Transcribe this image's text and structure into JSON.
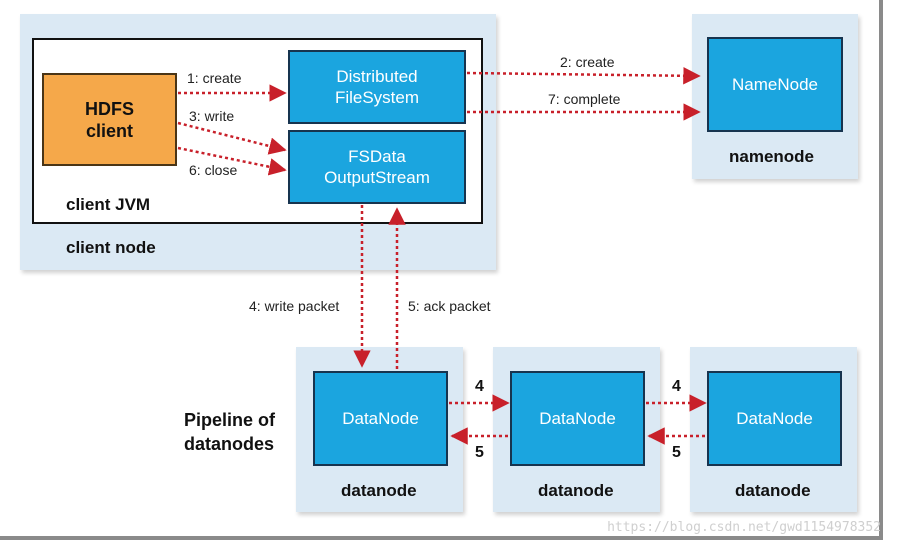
{
  "client_node": {
    "label": "client node",
    "jvm_label": "client JVM",
    "hdfs_client": [
      "HDFS",
      "client"
    ],
    "dfs": [
      "Distributed",
      "FileSystem"
    ],
    "fsdos": [
      "FSData",
      "OutputStream"
    ]
  },
  "namenode": {
    "box": "NameNode",
    "label": "namenode"
  },
  "datanodes": [
    {
      "box": "DataNode",
      "label": "datanode"
    },
    {
      "box": "DataNode",
      "label": "datanode"
    },
    {
      "box": "DataNode",
      "label": "datanode"
    }
  ],
  "pipeline_label": [
    "Pipeline of",
    "datanodes"
  ],
  "arrows": {
    "create1": "1: create",
    "create2": "2: create",
    "write3": "3: write",
    "packet4": "4: write packet",
    "ack5": "5: ack packet",
    "close6": "6: close",
    "complete7": "7: complete",
    "pipe4a": "4",
    "pipe4b": "4",
    "pipe5a": "5",
    "pipe5b": "5"
  },
  "colors": {
    "node_bg": "#dbe9f4",
    "box_blue": "#1ba5df",
    "box_orange": "#f5a84a",
    "arrow_red": "#c8202a"
  },
  "watermark": "https://blog.csdn.net/gwd1154978352"
}
